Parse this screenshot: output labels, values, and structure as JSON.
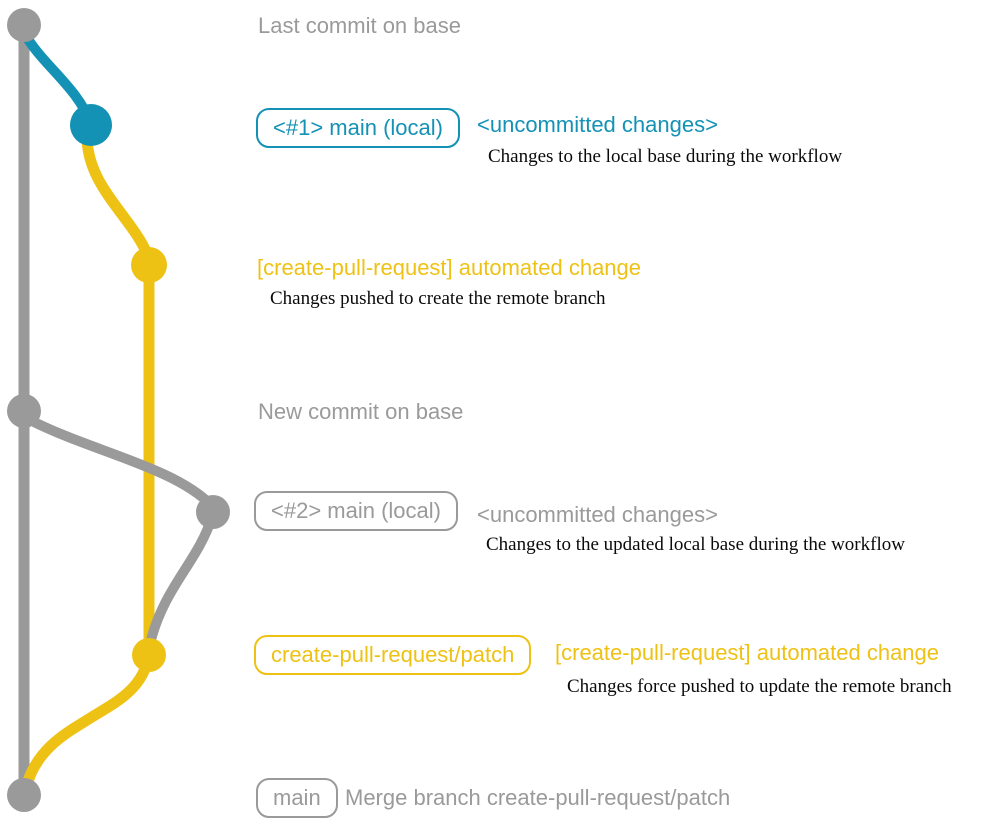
{
  "colors": {
    "base_gray": "#9a9a9a",
    "local_blue": "#1492b5",
    "branch_yellow": "#eec215",
    "caption_text": "#0a0a0a",
    "background": "#ffffff"
  },
  "graph": {
    "type": "git-branch-diagram",
    "branch_colors": {
      "base": "#9a9a9a",
      "main_local": "#1492b5",
      "create_pull_request_patch": "#eec215"
    },
    "commit_dot_count": 7
  },
  "annotations": {
    "row1": {
      "heading": "Last commit on base"
    },
    "row2": {
      "badge": "<#1> main (local)",
      "heading": "<uncommitted changes>",
      "caption": "Changes to the local base during the workflow"
    },
    "row3": {
      "heading": "[create-pull-request] automated change",
      "caption": "Changes pushed to create the remote branch"
    },
    "row4": {
      "heading": "New commit on base"
    },
    "row5": {
      "badge": "<#2> main (local)",
      "heading": "<uncommitted changes>",
      "caption": "Changes to the updated local base during the workflow"
    },
    "row6": {
      "badge": "create-pull-request/patch",
      "heading": "[create-pull-request] automated change",
      "caption": "Changes force pushed to update the remote branch"
    },
    "row7": {
      "badge": "main",
      "heading": "Merge branch create-pull-request/patch"
    }
  }
}
